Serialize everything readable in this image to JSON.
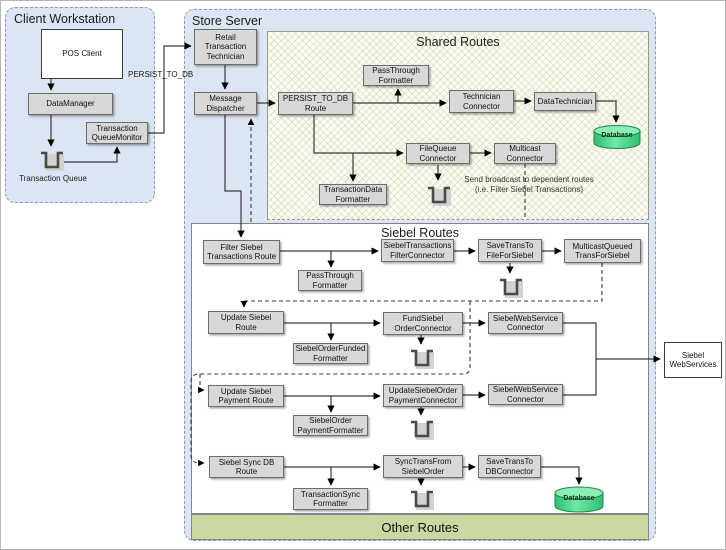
{
  "diagram": {
    "client_workstation": {
      "title": "Client Workstation",
      "pos_client": "POS Client",
      "data_manager": "DataManager",
      "transaction_queue_monitor": "Transaction\nQueueMonitor",
      "transaction_queue_label": "Transaction Queue"
    },
    "persist_to_db_label": "PERSIST_TO_DB",
    "store_server": {
      "title": "Store Server",
      "retail_transaction_technician": "Retail\nTransaction\nTechnician",
      "message_dispatcher": "Message\nDispatcher",
      "shared_routes": {
        "title": "Shared Routes",
        "passthrough_formatter": "PassThrough\nFormatter",
        "persist_to_db_route": "PERSIST_TO_DB\nRoute",
        "technician_connector": "Technician\nConnector",
        "data_technician": "DataTechnician",
        "database": "Database",
        "filequeue_connector": "FileQueue\nConnector",
        "multicast_connector": "Multicast\nConnector",
        "transactiondata_formatter": "TransactionData\nFormatter",
        "broadcast_note": "Send broadcast to dependent routes\n(i.e. Filter Siebel Transactions)"
      },
      "siebel_routes": {
        "title": "Siebel Routes",
        "filter_siebel_transactions_route": "Filter Siebel\nTransactions Route",
        "siebeltransactions_filterconnector": "SiebelTransactions\nFilterConnector",
        "savetransto_fileforsiebel": "SaveTransTo\nFileForSiebel",
        "multicastqueued_transforsiebel": "MulticastQueued\nTransForSiebel",
        "passthrough_formatter": "PassThrough\nFormatter",
        "update_siebel_route": "Update Siebel\nRoute",
        "fundsiebel_orderconnector": "FundSiebel\nOrderConnector",
        "siebelwebservice_connector_1": "SiebelWebService\nConnector",
        "siebelorderfunded_formatter": "SiebelOrderFunded\nFormatter",
        "update_siebel_payment_route": "Update Siebel\nPayment Route",
        "updatesiebelorder_paymentconnector": "UpdateSiebelOrder\nPaymentConnector",
        "siebelwebservice_connector_2": "SiebelWebService\nConnector",
        "siebelorder_paymentformatter": "SiebelOrder\nPaymentFormatter",
        "siebel_sync_db_route": "Siebel Sync DB\nRoute",
        "synctransfrom_siebelorder": "SyncTransFrom\nSiebelOrder",
        "savetransto_dbconnector": "SaveTransTo\nDBConnector",
        "transactionsync_formatter": "TransactionSync\nFormatter",
        "database": "Database"
      },
      "other_routes": {
        "title": "Other Routes"
      }
    },
    "siebel_webservices": "Siebel\nWebServices",
    "colors": {
      "container_fill": "#dce5f3",
      "node_fill": "#d8d8d8",
      "shared_routes_fill": "#fbfcf1",
      "other_routes_fill": "#c9d9a1",
      "database_green": "#3ed584",
      "line_color": "#3a3a3a"
    }
  }
}
